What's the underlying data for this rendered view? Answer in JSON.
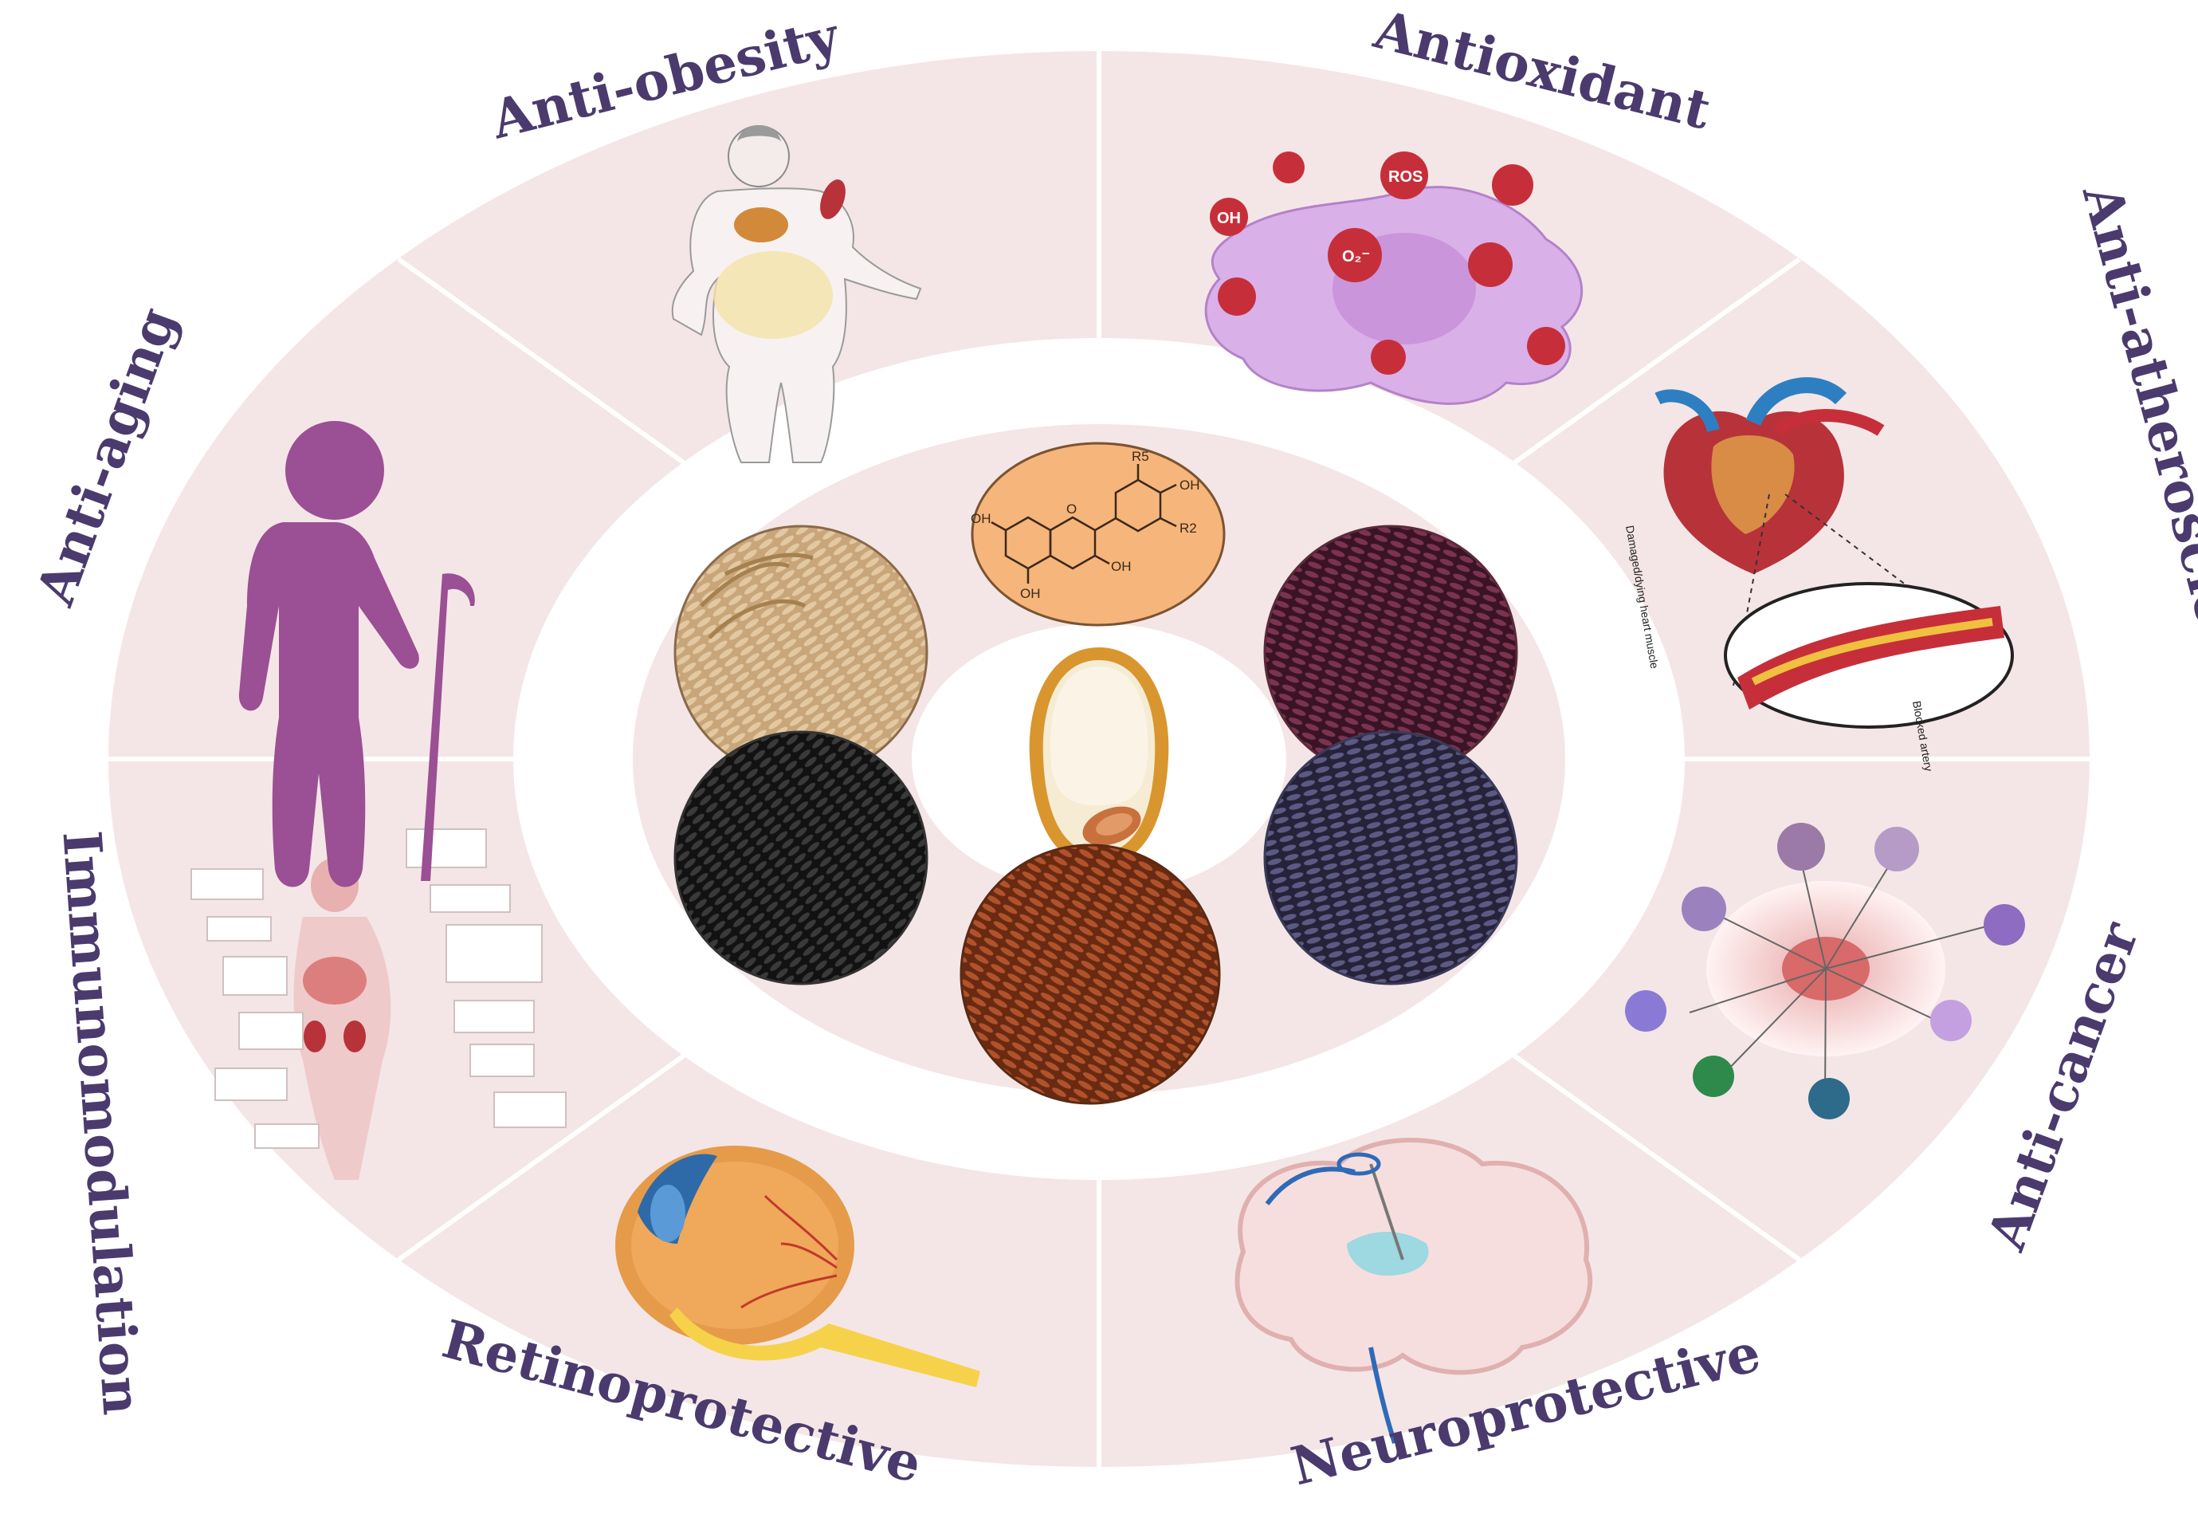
{
  "benefits": [
    {
      "id": "anti-obesity",
      "label": "Anti-obesity"
    },
    {
      "id": "antioxidant",
      "label": "Antioxidant"
    },
    {
      "id": "anti-atherosclerosis",
      "label": "Anti-atherosclerosis"
    },
    {
      "id": "anti-cancer",
      "label": "Anti-cancer"
    },
    {
      "id": "neuroprotective",
      "label": "Neuroprotective"
    },
    {
      "id": "retinoprotective",
      "label": "Retinoprotective"
    },
    {
      "id": "immunomodulation",
      "label": "Immunomodulation"
    },
    {
      "id": "anti-aging",
      "label": "Anti-aging"
    }
  ],
  "structure": {
    "r5": "R5",
    "r2": "R2",
    "oh1": "OH",
    "oh2": "OH",
    "oh3": "OH",
    "oh4": "OH",
    "o_plus": "O"
  },
  "antioxidant_icons": {
    "oh": "OH",
    "ros": "ROS",
    "o2": "O₂⁻"
  },
  "artery_labels": {
    "damaged": "Damaged/dying heart muscle",
    "blocked": "Blocked artery"
  },
  "icons": {
    "center": "rice-grain-icon",
    "samples": [
      "brown-rice-icon",
      "purple-rice-icon",
      "blue-black-rice-icon",
      "red-rice-icon",
      "black-rice-icon"
    ]
  },
  "colors": {
    "ring": "#f4e6e6",
    "divider": "#ffffff",
    "label": "#4b3a6e",
    "aging": "#9b4f94",
    "cell": "#d9b0e8",
    "ros": "#c62f3a"
  }
}
